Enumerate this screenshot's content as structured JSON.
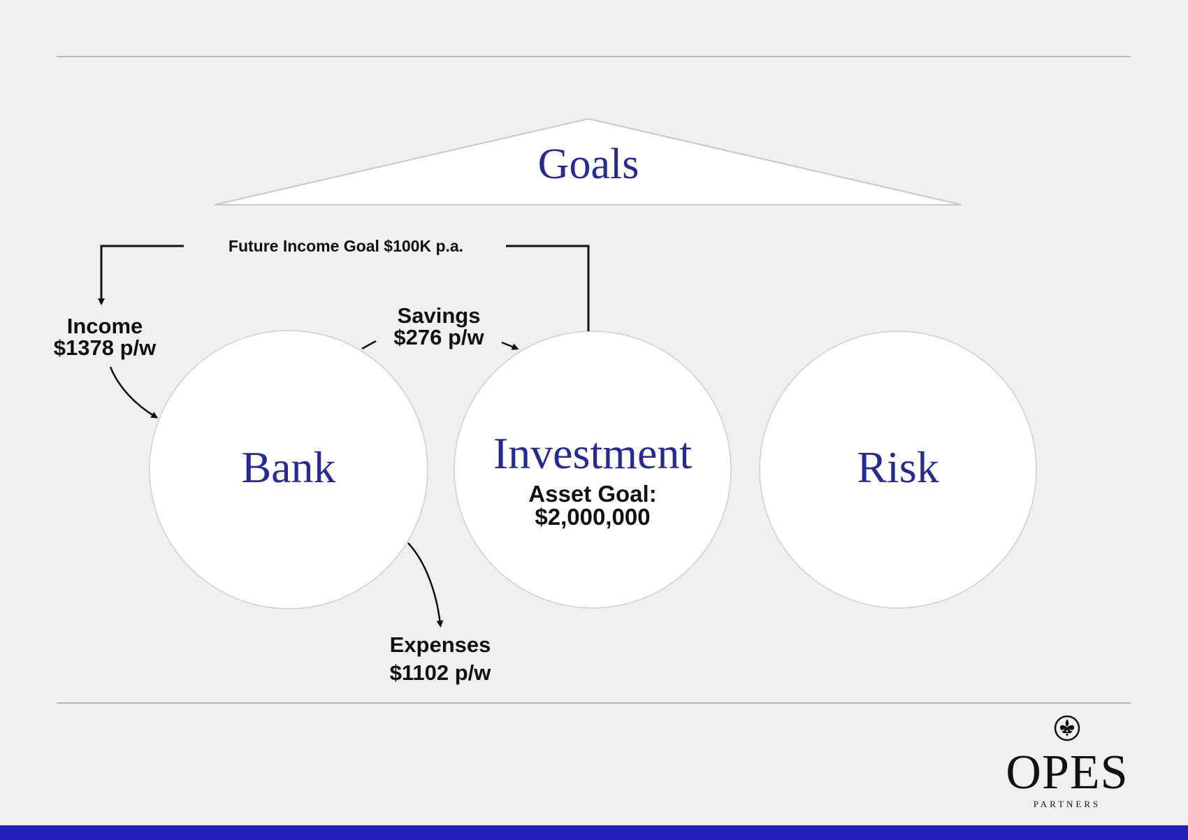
{
  "goals": {
    "label": "Goals"
  },
  "future_income": {
    "label": "Future Income Goal $100K p.a."
  },
  "income": {
    "line1": "Income",
    "line2": "$1378 p/w"
  },
  "savings": {
    "line1": "Savings",
    "line2": "$276 p/w"
  },
  "expenses": {
    "line1": "Expenses",
    "line2": "$1102 p/w"
  },
  "circles": [
    {
      "label": "Bank"
    },
    {
      "label": "Investment",
      "sub1": "Asset Goal:",
      "sub2": "$2,000,000"
    },
    {
      "label": "Risk"
    }
  ],
  "logo": {
    "word": "OPES",
    "sub": "PARTNERS",
    "emblem": "fleur-de-lis-icon"
  },
  "colors": {
    "accent": "#252a9a",
    "bar": "#2020b8",
    "background": "#f0f0f2"
  }
}
